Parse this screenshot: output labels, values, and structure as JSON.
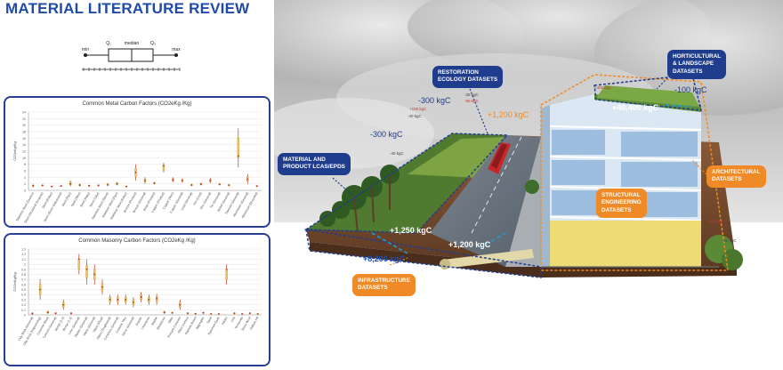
{
  "header": {
    "title": "MATERIAL LITERATURE REVIEW"
  },
  "boxplot_legend": {
    "min": "min",
    "q1": "Q₁",
    "median": "median",
    "q3": "Q₃",
    "max": "max"
  },
  "colors": {
    "navy": "#1f3d8c",
    "orange": "#ef8a26",
    "panel_border": "#2a3f94",
    "title_blue": "#1f4aa8"
  },
  "chart_data": [
    {
      "type": "box",
      "title": "Common Metal Carbon Factors (CO2eKg /Kg)",
      "ylabel": "CO2eKg/Kg",
      "ylim": [
        0,
        24
      ],
      "yticks": [
        0,
        2,
        4,
        6,
        8,
        10,
        12,
        14,
        16,
        18,
        20,
        22,
        24
      ],
      "categories": [
        "Stainless Steel (Section)",
        "Steel (Structural Sections)",
        "Steel (Rebar)",
        "Steel (Sheet Galvanized)",
        "Steel (Pipe)",
        "Steel (Wire)",
        "Steel (Plate)",
        "Steel (Tube)",
        "Stainless Steel (Sheet)",
        "Stainless Steel (Pipe)",
        "Stainless Steel (Rebar)",
        "Bronze (Product)",
        "Bronze (General)",
        "Brass (Product)",
        "Copper (Product)",
        "Copper (Wire)",
        "Copper (General)",
        "Lead (General)",
        "Iron (Cast)",
        "Zinc (General)",
        "Tin (General)",
        "Nickel (General)",
        "Titanium (General)",
        "Aluminium (General)",
        "Aluminium (Recycled)"
      ],
      "values": [
        1.4,
        1.5,
        1.2,
        1.3,
        2.0,
        1.6,
        1.4,
        1.5,
        1.7,
        2.0,
        1.2,
        5.5,
        3.0,
        2.2,
        7.5,
        3.2,
        3.0,
        1.6,
        1.9,
        3.0,
        1.8,
        1.6,
        10.5,
        3.4,
        1.3
      ],
      "ranges": [
        [
          1.0,
          1.8
        ],
        [
          1.2,
          1.8
        ],
        [
          1.0,
          1.4
        ],
        [
          1.1,
          1.6
        ],
        [
          1.2,
          3.0
        ],
        [
          1.2,
          2.0
        ],
        [
          1.1,
          1.7
        ],
        [
          1.2,
          1.8
        ],
        [
          1.3,
          2.2
        ],
        [
          1.5,
          2.6
        ],
        [
          1.0,
          1.4
        ],
        [
          3.0,
          8.0
        ],
        [
          2.0,
          4.0
        ],
        [
          1.8,
          2.6
        ],
        [
          5.5,
          8.5
        ],
        [
          2.5,
          4.0
        ],
        [
          2.4,
          3.6
        ],
        [
          1.3,
          2.0
        ],
        [
          1.5,
          2.3
        ],
        [
          2.2,
          3.8
        ],
        [
          1.5,
          2.2
        ],
        [
          1.3,
          1.9
        ],
        [
          7.0,
          19.0
        ],
        [
          2.0,
          5.0
        ],
        [
          1.0,
          1.6
        ]
      ]
    },
    {
      "type": "box",
      "title": "Common Masonry Carbon Factors (CO2eKg /Kg)",
      "ylabel": "CO2eKg/Kg",
      "ylim": [
        0,
        1.3
      ],
      "yticks": [
        0,
        0.1,
        0.2,
        0.3,
        0.4,
        0.5,
        0.6,
        0.7,
        0.8,
        0.9,
        1,
        1.1,
        1.2,
        1.3
      ],
      "categories": [
        "Clay Brick (General)",
        "Clay Brick (Engineering)",
        "Concrete Block",
        "Cement (General)",
        "Mortar (1:3)",
        "Mortar (1:4)",
        "Lime (General)",
        "Plaster (General)",
        "Glass (General)",
        "Glass (Float)",
        "Glass (Toughened)",
        "Ceramics (General)",
        "Ceramic Tiles",
        "Stone (General)",
        "Granite",
        "Limestone",
        "Marble",
        "Sandstone",
        "Slate",
        "Precast Concrete",
        "Fibre Cement",
        "Gypsum Board",
        "Aggregate",
        "Sand",
        "Rammed Earth",
        "Adobe",
        "Cob",
        "Terracotta",
        "Stone Wool",
        "Gabion Fill"
      ],
      "values": [
        0.02,
        0.5,
        0.05,
        0.03,
        0.2,
        0.03,
        1.1,
        0.9,
        0.8,
        0.55,
        0.3,
        0.3,
        0.3,
        0.25,
        0.35,
        0.3,
        0.32,
        0.05,
        0.04,
        0.2,
        0.03,
        0.02,
        0.04,
        0.02,
        0.02,
        0.9,
        0.03,
        0.02,
        0.03,
        0.02
      ],
      "ranges": [
        [
          0.01,
          0.05
        ],
        [
          0.3,
          0.7
        ],
        [
          0.02,
          0.08
        ],
        [
          0.01,
          0.05
        ],
        [
          0.1,
          0.3
        ],
        [
          0.01,
          0.05
        ],
        [
          0.8,
          1.2
        ],
        [
          0.6,
          1.1
        ],
        [
          0.6,
          1.0
        ],
        [
          0.4,
          0.7
        ],
        [
          0.2,
          0.4
        ],
        [
          0.2,
          0.4
        ],
        [
          0.2,
          0.4
        ],
        [
          0.15,
          0.35
        ],
        [
          0.25,
          0.45
        ],
        [
          0.2,
          0.4
        ],
        [
          0.2,
          0.42
        ],
        [
          0.02,
          0.08
        ],
        [
          0.02,
          0.06
        ],
        [
          0.1,
          0.3
        ],
        [
          0.01,
          0.05
        ],
        [
          0.01,
          0.04
        ],
        [
          0.02,
          0.06
        ],
        [
          0.01,
          0.03
        ],
        [
          0.01,
          0.03
        ],
        [
          0.6,
          1.0
        ],
        [
          0.01,
          0.05
        ],
        [
          0.01,
          0.03
        ],
        [
          0.01,
          0.05
        ],
        [
          0.01,
          0.03
        ]
      ]
    }
  ],
  "scene": {
    "labels": {
      "material_lca": "MATERIAL AND\nPRODUCT LCAS/EPDS",
      "restoration": "RESTORATION\nECOLOGY DATASETS",
      "horticultural": "HORTICULTURAL\n& LANDSCAPE\nDATASETS",
      "architectural": "ARCHITECTURAL\nDATASETS",
      "structural": "STRUCTURAL\nENGINEERING\nDATASETS",
      "infrastructure": "INFRASTRUCTURE\nDATASETS"
    },
    "values": {
      "neg300a": "-300 kgC",
      "neg300b": "-300 kgC",
      "neg100": "-100 kgC",
      "pos1200a": "+1,200 kgC",
      "pos1200b": "+1,200 kgC",
      "pos1250": "+1,250 kgC",
      "pos8200": "+8,200 kgC",
      "pos40400": "+40,400 kgC",
      "neg40": "-40 kgC",
      "pos300": "+300 kgC",
      "neg10": "-10 kgC",
      "neg25": "-25 kgC",
      "neg50": "-50 kgC",
      "pos100": "+100 kgC",
      "neg40b": "-40 kgC",
      "pos300r": "+300 kgC"
    }
  }
}
